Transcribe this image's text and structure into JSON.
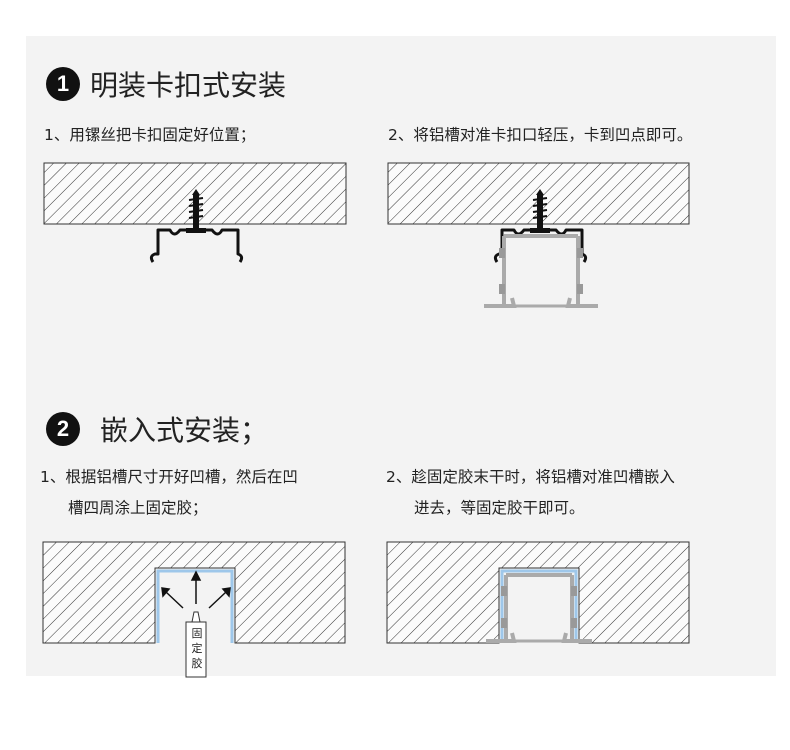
{
  "section1": {
    "number": "1",
    "title": "明装卡扣式安装",
    "step1": "1、用镙丝把卡扣固定好位置；",
    "step2": "2、将铝槽对准卡扣口轻压，卡到凹点即可。"
  },
  "section2": {
    "number": "2",
    "title": "嵌入式安装；",
    "step1_line1": "1、根据铝槽尺寸开好凹槽，然后在凹",
    "step1_line2": "槽四周涂上固定胶；",
    "step2_line1": "2、趁固定胶末干时，将铝槽对准凹槽嵌入",
    "step2_line2": "进去，等固定胶干即可。",
    "glue_label": [
      "固",
      "定",
      "胶"
    ]
  },
  "colors": {
    "hatch": "#333333",
    "profile": "#aaaaaa",
    "glue": "#9ec7ea",
    "clip": "#111111"
  }
}
